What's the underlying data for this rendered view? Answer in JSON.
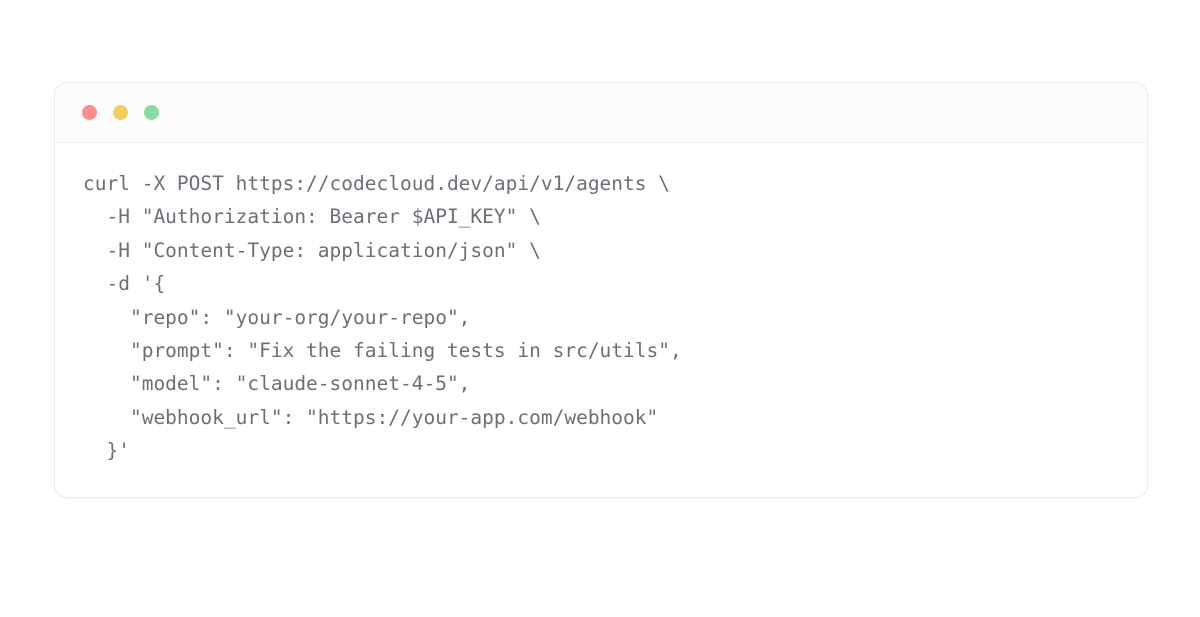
{
  "window": {
    "traffic_lights": [
      {
        "name": "close",
        "color": "#fa8e8e",
        "label": "Close"
      },
      {
        "name": "minimize",
        "color": "#f0cf5e",
        "label": "Minimize"
      },
      {
        "name": "zoom",
        "color": "#87dda1",
        "label": "Zoom"
      }
    ],
    "background": "#ffffff",
    "border_color": "#ececee",
    "titlebar_background": "#fcfcfd"
  },
  "code": {
    "language": "bash",
    "text_color": "#6b7077",
    "lines": [
      "curl -X POST https://codecloud.dev/api/v1/agents \\",
      "  -H \"Authorization: Bearer $API_KEY\" \\",
      "  -H \"Content-Type: application/json\" \\",
      "  -d '{",
      "    \"repo\": \"your-org/your-repo\",",
      "    \"prompt\": \"Fix the failing tests in src/utils\",",
      "    \"model\": \"claude-sonnet-4-5\",",
      "    \"webhook_url\": \"https://your-app.com/webhook\"",
      "  }'"
    ]
  }
}
